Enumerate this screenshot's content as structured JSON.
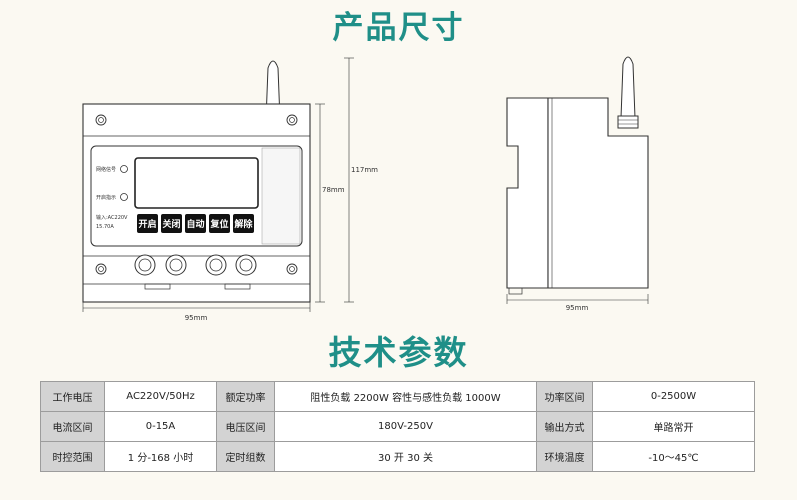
{
  "section1_title": "产品尺寸",
  "section2_title": "技术参数",
  "front_view": {
    "indicator_labels": [
      "网络信号",
      "开启指示"
    ],
    "spec_text": [
      "输入:AC220V",
      "15.70A"
    ],
    "buttons": [
      "开启",
      "关闭",
      "自动",
      "复位",
      "解除"
    ],
    "dim_width": "95mm",
    "dim_height_body": "78mm",
    "dim_height_total": "117mm"
  },
  "side_view": {
    "dim_width": "95mm"
  },
  "spec_table": {
    "rows": [
      {
        "h1": "工作电压",
        "v1": "AC220V/50Hz",
        "h2": "额定功率",
        "v2": "阻性负载  2200W  容性与感性负载 1000W",
        "h3": "功率区间",
        "v3": "0-2500W"
      },
      {
        "h1": "电流区间",
        "v1": "0-15A",
        "h2": "电压区间",
        "v2": "180V-250V",
        "h3": "输出方式",
        "v3": "单路常开"
      },
      {
        "h1": "时控范围",
        "v1": "1 分-168 小时",
        "h2": "定时组数",
        "v2": "30 开 30 关",
        "h3": "环境温度",
        "v3": "-10～45℃"
      }
    ]
  }
}
